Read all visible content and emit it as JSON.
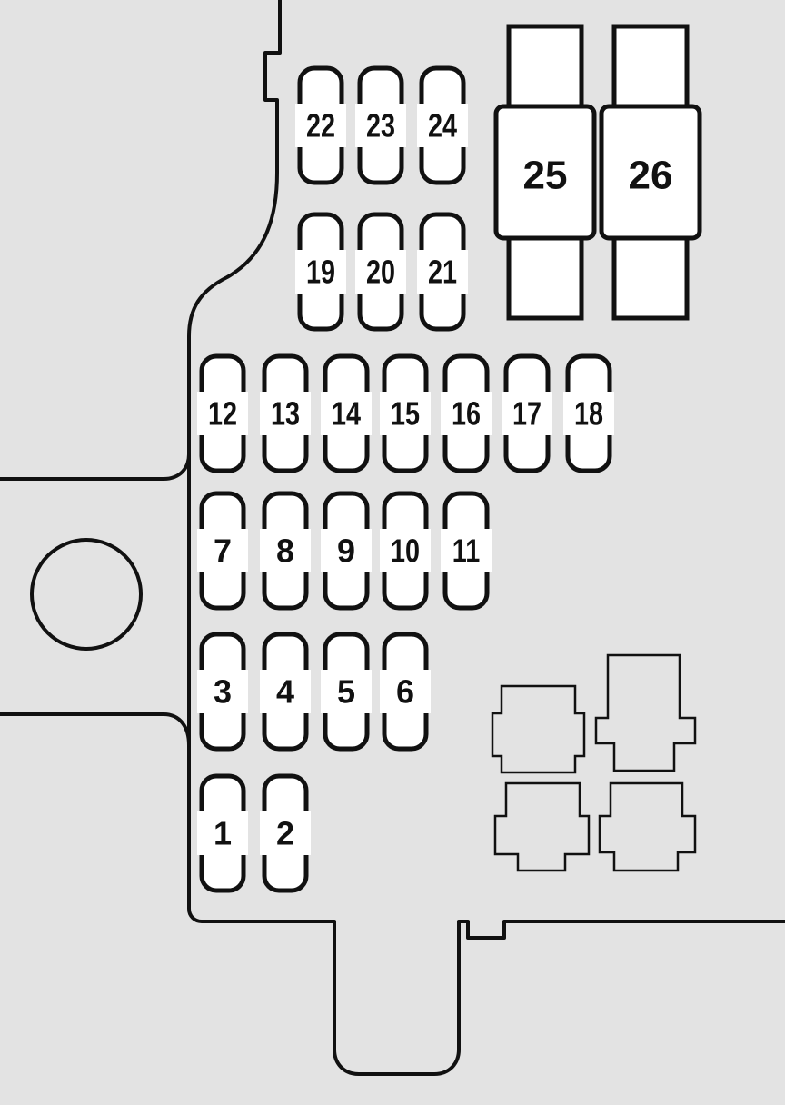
{
  "fuses": [
    {
      "label": "1"
    },
    {
      "label": "2"
    },
    {
      "label": "3"
    },
    {
      "label": "4"
    },
    {
      "label": "5"
    },
    {
      "label": "6"
    },
    {
      "label": "7"
    },
    {
      "label": "8"
    },
    {
      "label": "9"
    },
    {
      "label": "10"
    },
    {
      "label": "11"
    },
    {
      "label": "12"
    },
    {
      "label": "13"
    },
    {
      "label": "14"
    },
    {
      "label": "15"
    },
    {
      "label": "16"
    },
    {
      "label": "17"
    },
    {
      "label": "18"
    },
    {
      "label": "19"
    },
    {
      "label": "20"
    },
    {
      "label": "21"
    },
    {
      "label": "22"
    },
    {
      "label": "23"
    },
    {
      "label": "24"
    }
  ],
  "large_fuses": [
    {
      "label": "25"
    },
    {
      "label": "26"
    }
  ],
  "colors": {
    "background": "#e3e3e3",
    "line": "#111111",
    "fuse_fill": "#ffffff"
  }
}
